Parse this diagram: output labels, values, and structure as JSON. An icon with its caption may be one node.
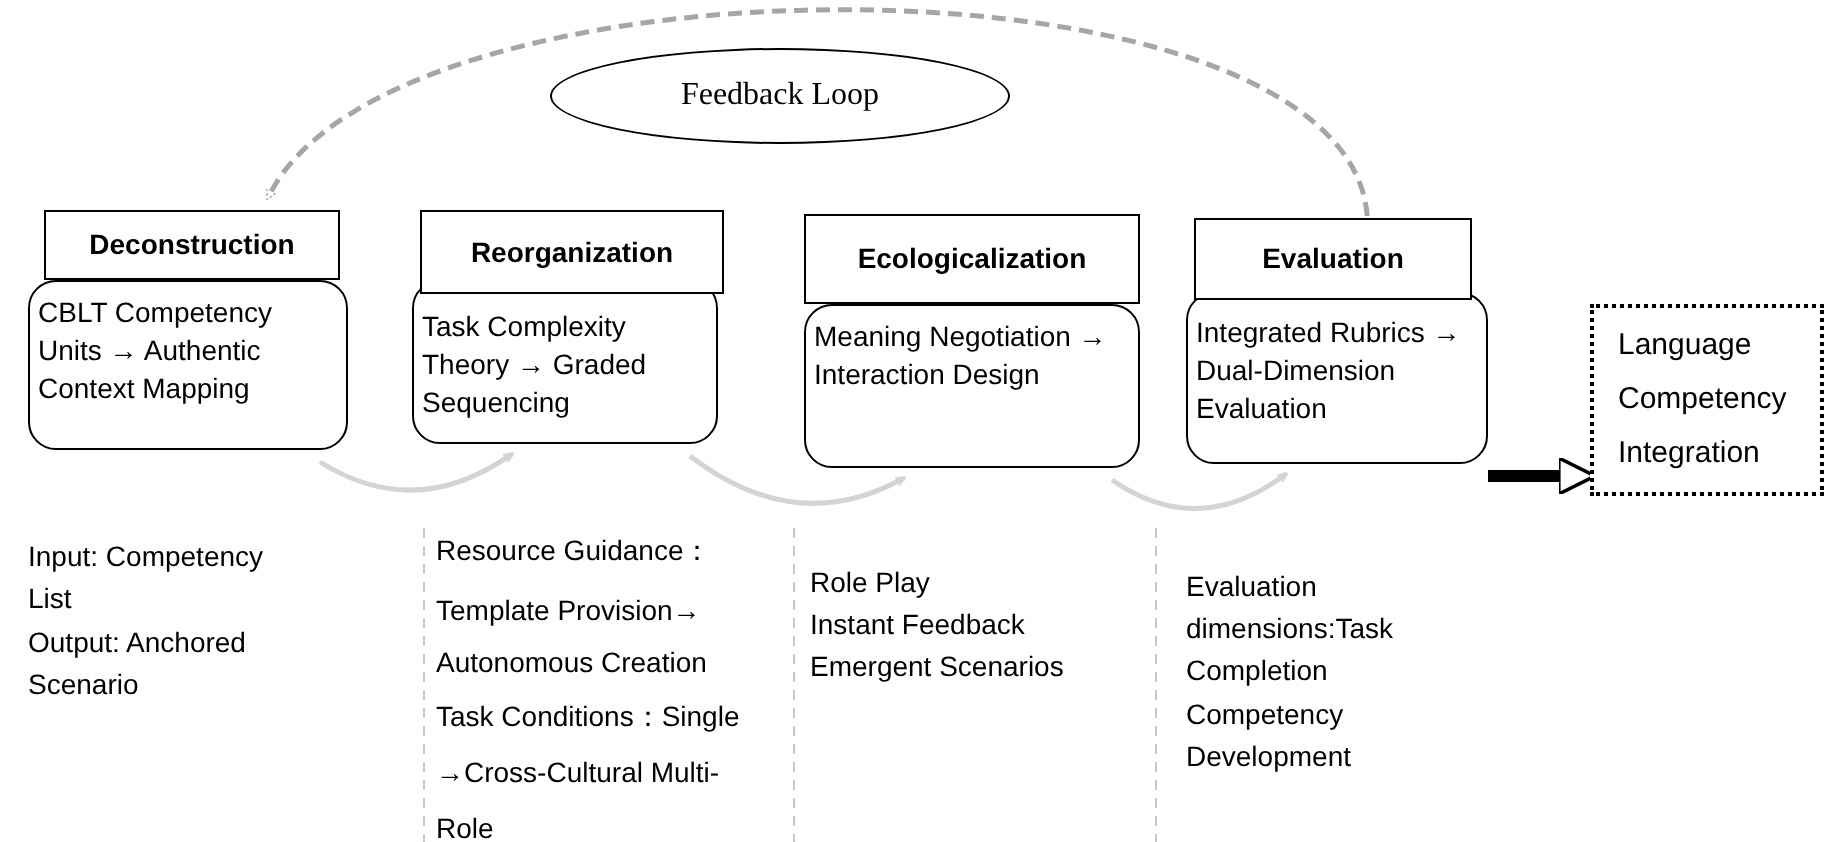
{
  "diagram": {
    "nodes": [
      {
        "text": [
          "Feedback Loop"
        ]
      },
      {
        "text": [
          "Deconstruction",
          "CBLT Competency Units → Authentic Context Mapping"
        ]
      },
      {
        "text": [
          "Reorganization",
          "Task Complexity Theory → Graded Sequencing"
        ]
      },
      {
        "text": [
          "Ecologicalization",
          "Meaning Negotiation → Interaction Design"
        ]
      },
      {
        "text": [
          "Evaluation",
          "Integrated Rubrics → Dual-Dimension Evaluation"
        ]
      },
      {
        "text": [
          "Language",
          "Competency",
          "Integration"
        ]
      }
    ],
    "edges": [
      {
        "from": 1,
        "to": 2,
        "arrow": "to",
        "color": "#d4d4d4"
      },
      {
        "from": 2,
        "to": 3,
        "arrow": "to",
        "color": "#d4d4d4"
      },
      {
        "from": 3,
        "to": 4,
        "arrow": "to",
        "color": "#d4d4d4"
      },
      {
        "from": 4,
        "to": 1,
        "arrow": "to",
        "style": "dashed",
        "color": "#a6a6a6"
      },
      {
        "from": 4,
        "to": 5,
        "arrow": "to",
        "style": "thick",
        "color": "#000000"
      }
    ],
    "labels": [
      "Input: Competency List",
      "Output: Anchored Scenario",
      "Resource Guidance：",
      "Template Provision→ Autonomous Creation",
      "Task Conditions：Single →Cross-Cultural Multi-Role",
      "Role Play",
      "Instant Feedback",
      "Emergent Scenarios",
      "Evaluation dimensions:Task Completion",
      "Competency Development"
    ]
  }
}
